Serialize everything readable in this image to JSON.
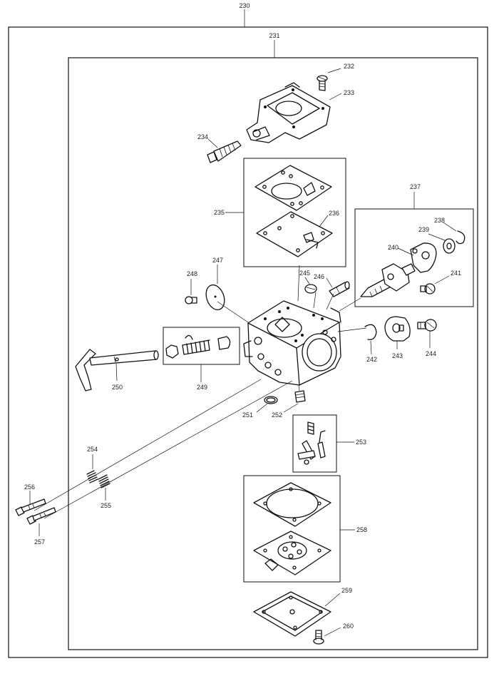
{
  "diagram": {
    "assembly_number": "230",
    "subassembly_number": "231",
    "parts": [
      {
        "id": "232"
      },
      {
        "id": "233"
      },
      {
        "id": "234"
      },
      {
        "id": "235"
      },
      {
        "id": "236"
      },
      {
        "id": "237"
      },
      {
        "id": "238"
      },
      {
        "id": "239"
      },
      {
        "id": "240"
      },
      {
        "id": "241"
      },
      {
        "id": "242"
      },
      {
        "id": "243"
      },
      {
        "id": "244"
      },
      {
        "id": "245"
      },
      {
        "id": "246"
      },
      {
        "id": "247"
      },
      {
        "id": "248"
      },
      {
        "id": "249"
      },
      {
        "id": "250"
      },
      {
        "id": "251"
      },
      {
        "id": "252"
      },
      {
        "id": "253"
      },
      {
        "id": "254"
      },
      {
        "id": "255"
      },
      {
        "id": "256"
      },
      {
        "id": "257"
      },
      {
        "id": "258"
      },
      {
        "id": "259"
      },
      {
        "id": "260"
      }
    ]
  }
}
